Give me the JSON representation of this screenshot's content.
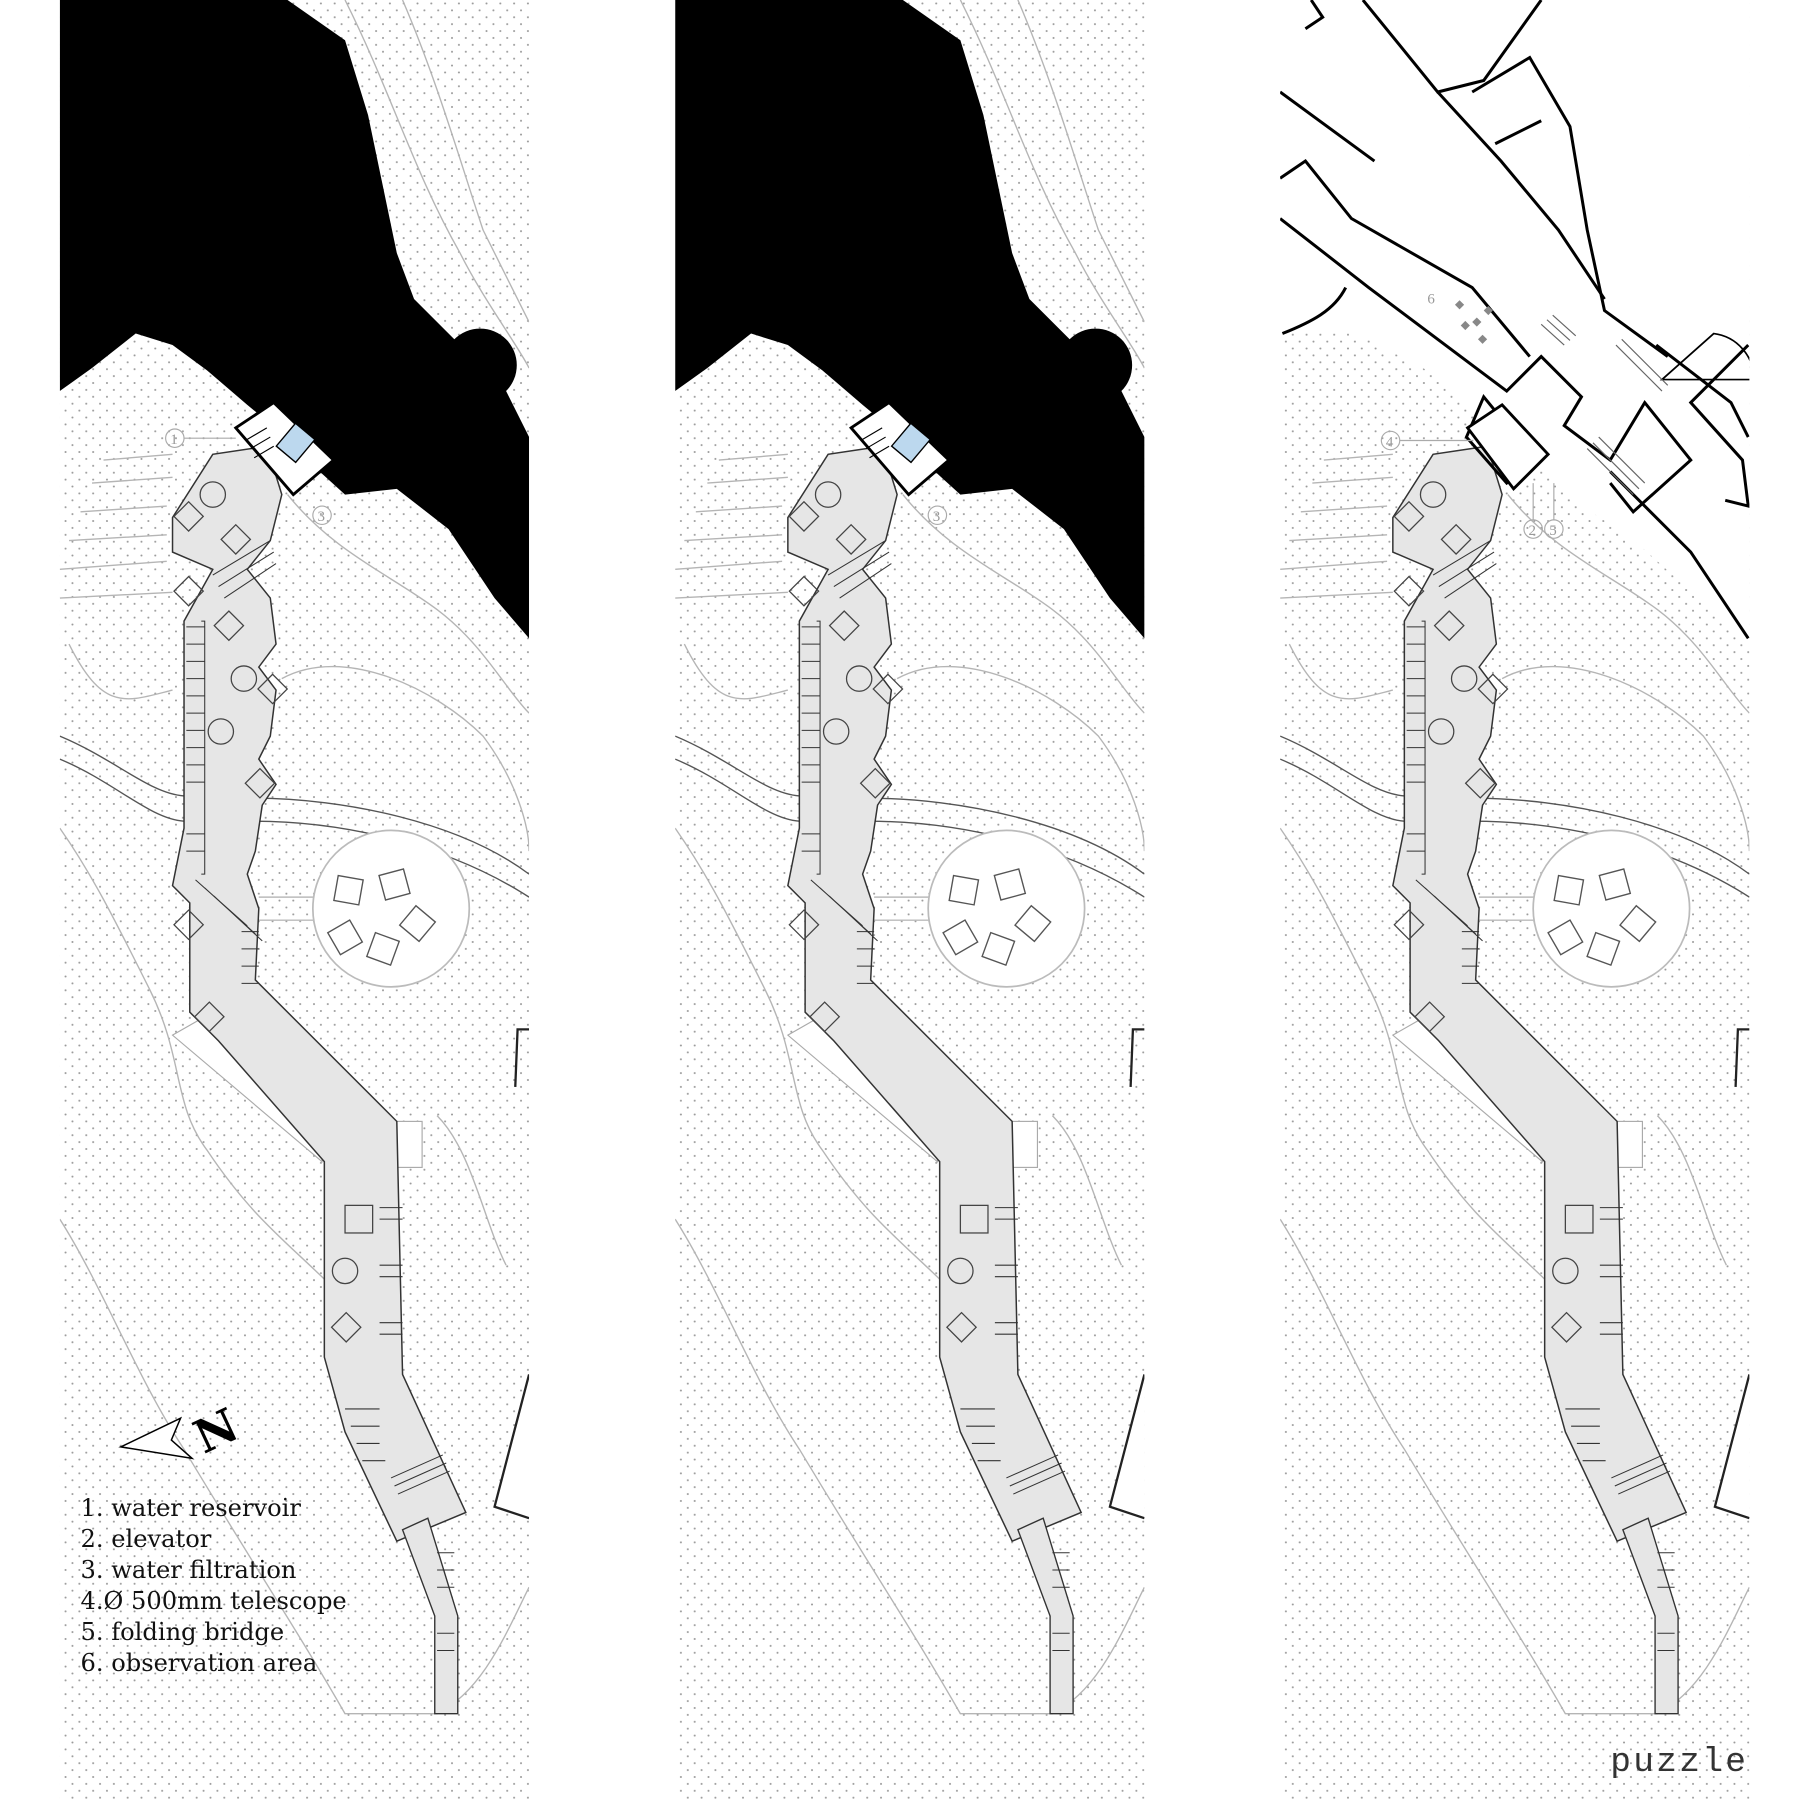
{
  "legend": {
    "items": [
      "1. water reservoir",
      "2. elevator",
      "3. water filtration",
      "4.Ø 500mm telescope",
      "5. folding bridge",
      "6. observation area"
    ]
  },
  "callouts": {
    "panel1": [
      "1",
      "3"
    ],
    "panel2": [
      "3"
    ],
    "panel3": [
      "4",
      "2",
      "5",
      "6"
    ]
  },
  "north_label": "N",
  "watermark": "puzzle",
  "colors": {
    "rock_mass": "#000000",
    "walkway_fill": "#e6e6e6",
    "water": "#bcd8ee",
    "contour": "#b0b0b0",
    "dots": "#9a9a9a"
  }
}
